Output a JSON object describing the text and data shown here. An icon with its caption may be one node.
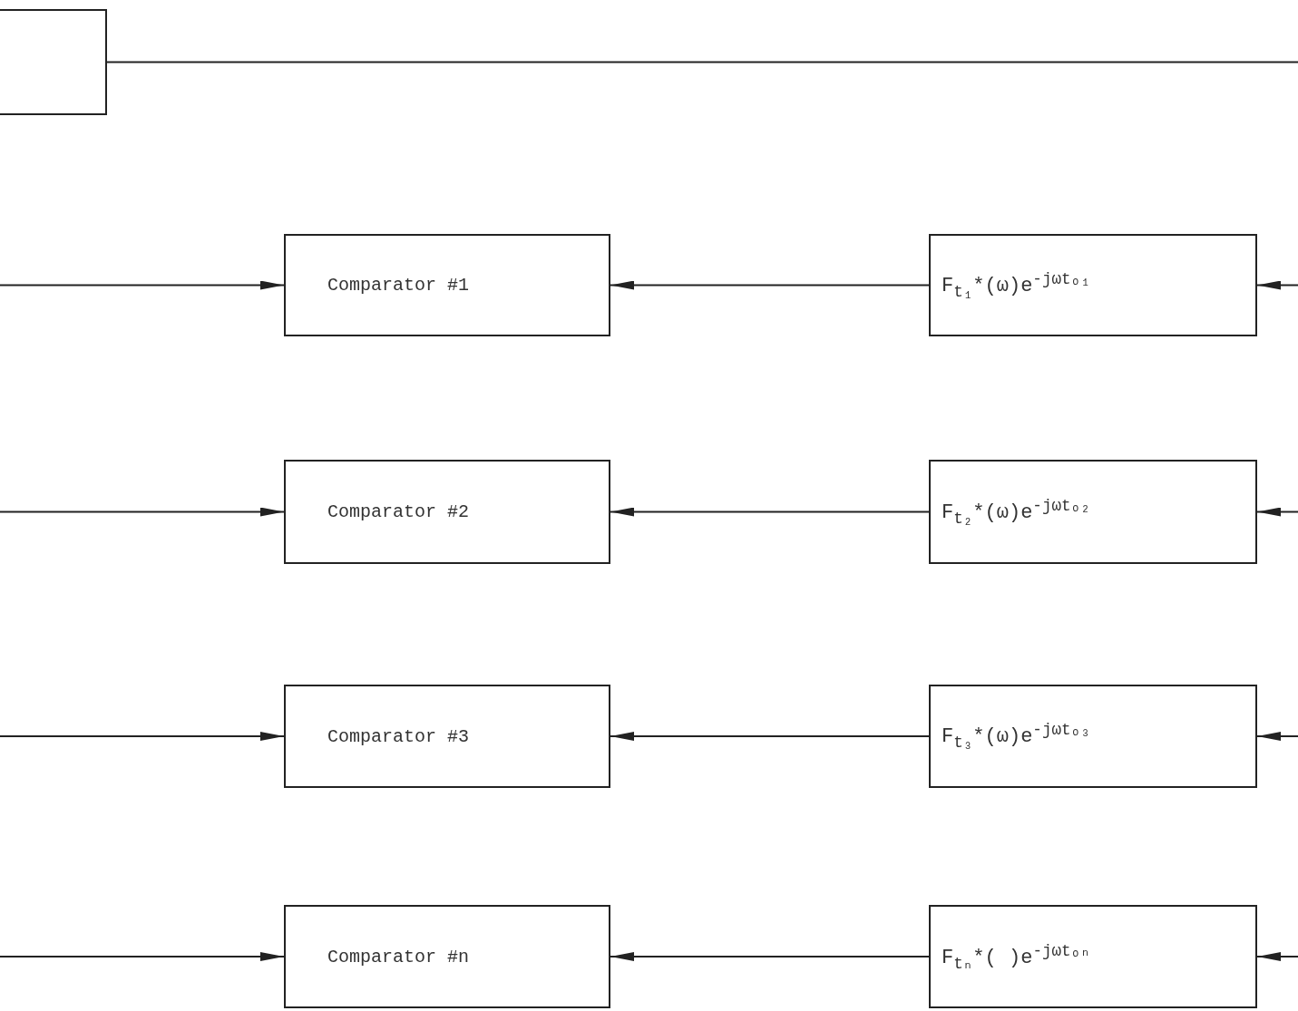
{
  "diagram": {
    "nodes": [
      {
        "text": [],
        "shape": "box"
      },
      {
        "text": [
          "Comparator #1"
        ]
      },
      {
        "text": [
          "F$_{t₁}$*(ω)e$^{-jωtₒ₁}$"
        ]
      },
      {
        "text": [
          "Comparator #2"
        ]
      },
      {
        "text": [
          "F$_{t₂}$*(ω)e$^{-jωtₒ₂}$"
        ]
      },
      {
        "text": [
          "Comparator #3"
        ]
      },
      {
        "text": [
          "F$_{t₃}$*(ω)e$^{-jωtₒ₃}$"
        ]
      },
      {
        "text": [
          "Comparator #n"
        ]
      },
      {
        "text": [
          "F$_{tₙ}$*( )e$^{-jωtₒₙ}$"
        ]
      }
    ],
    "edges": [
      {
        "from": 0,
        "to": null,
        "arrow": "none"
      },
      {
        "from": null,
        "to": 1,
        "arrow": "to"
      },
      {
        "from": 2,
        "to": 1,
        "arrow": "to"
      },
      {
        "from": null,
        "to": 2,
        "arrow": "to"
      },
      {
        "from": null,
        "to": 3,
        "arrow": "to"
      },
      {
        "from": 4,
        "to": 3,
        "arrow": "to"
      },
      {
        "from": null,
        "to": 4,
        "arrow": "to"
      },
      {
        "from": null,
        "to": 5,
        "arrow": "to"
      },
      {
        "from": 6,
        "to": 5,
        "arrow": "to"
      },
      {
        "from": null,
        "to": 6,
        "arrow": "to"
      },
      {
        "from": null,
        "to": 7,
        "arrow": "to"
      },
      {
        "from": 8,
        "to": 7,
        "arrow": "to"
      },
      {
        "from": null,
        "to": 8,
        "arrow": "to"
      }
    ]
  }
}
